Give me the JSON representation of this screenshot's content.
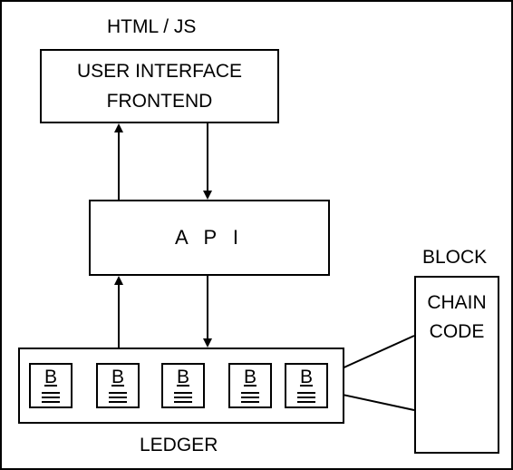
{
  "diagram": {
    "frontend_caption": "HTML / JS",
    "frontend_box": {
      "line1": "USER INTERFACE",
      "line2": "FRONTEND"
    },
    "api_box": "A P I",
    "ledger_caption": "LEDGER",
    "ledger_blocks": [
      {
        "letter": "B"
      },
      {
        "letter": "B"
      },
      {
        "letter": "B"
      },
      {
        "letter": "B"
      },
      {
        "letter": "B"
      }
    ],
    "block_caption": "BLOCK",
    "chaincode_box": {
      "line1": "CHAIN",
      "line2": "CODE"
    }
  }
}
